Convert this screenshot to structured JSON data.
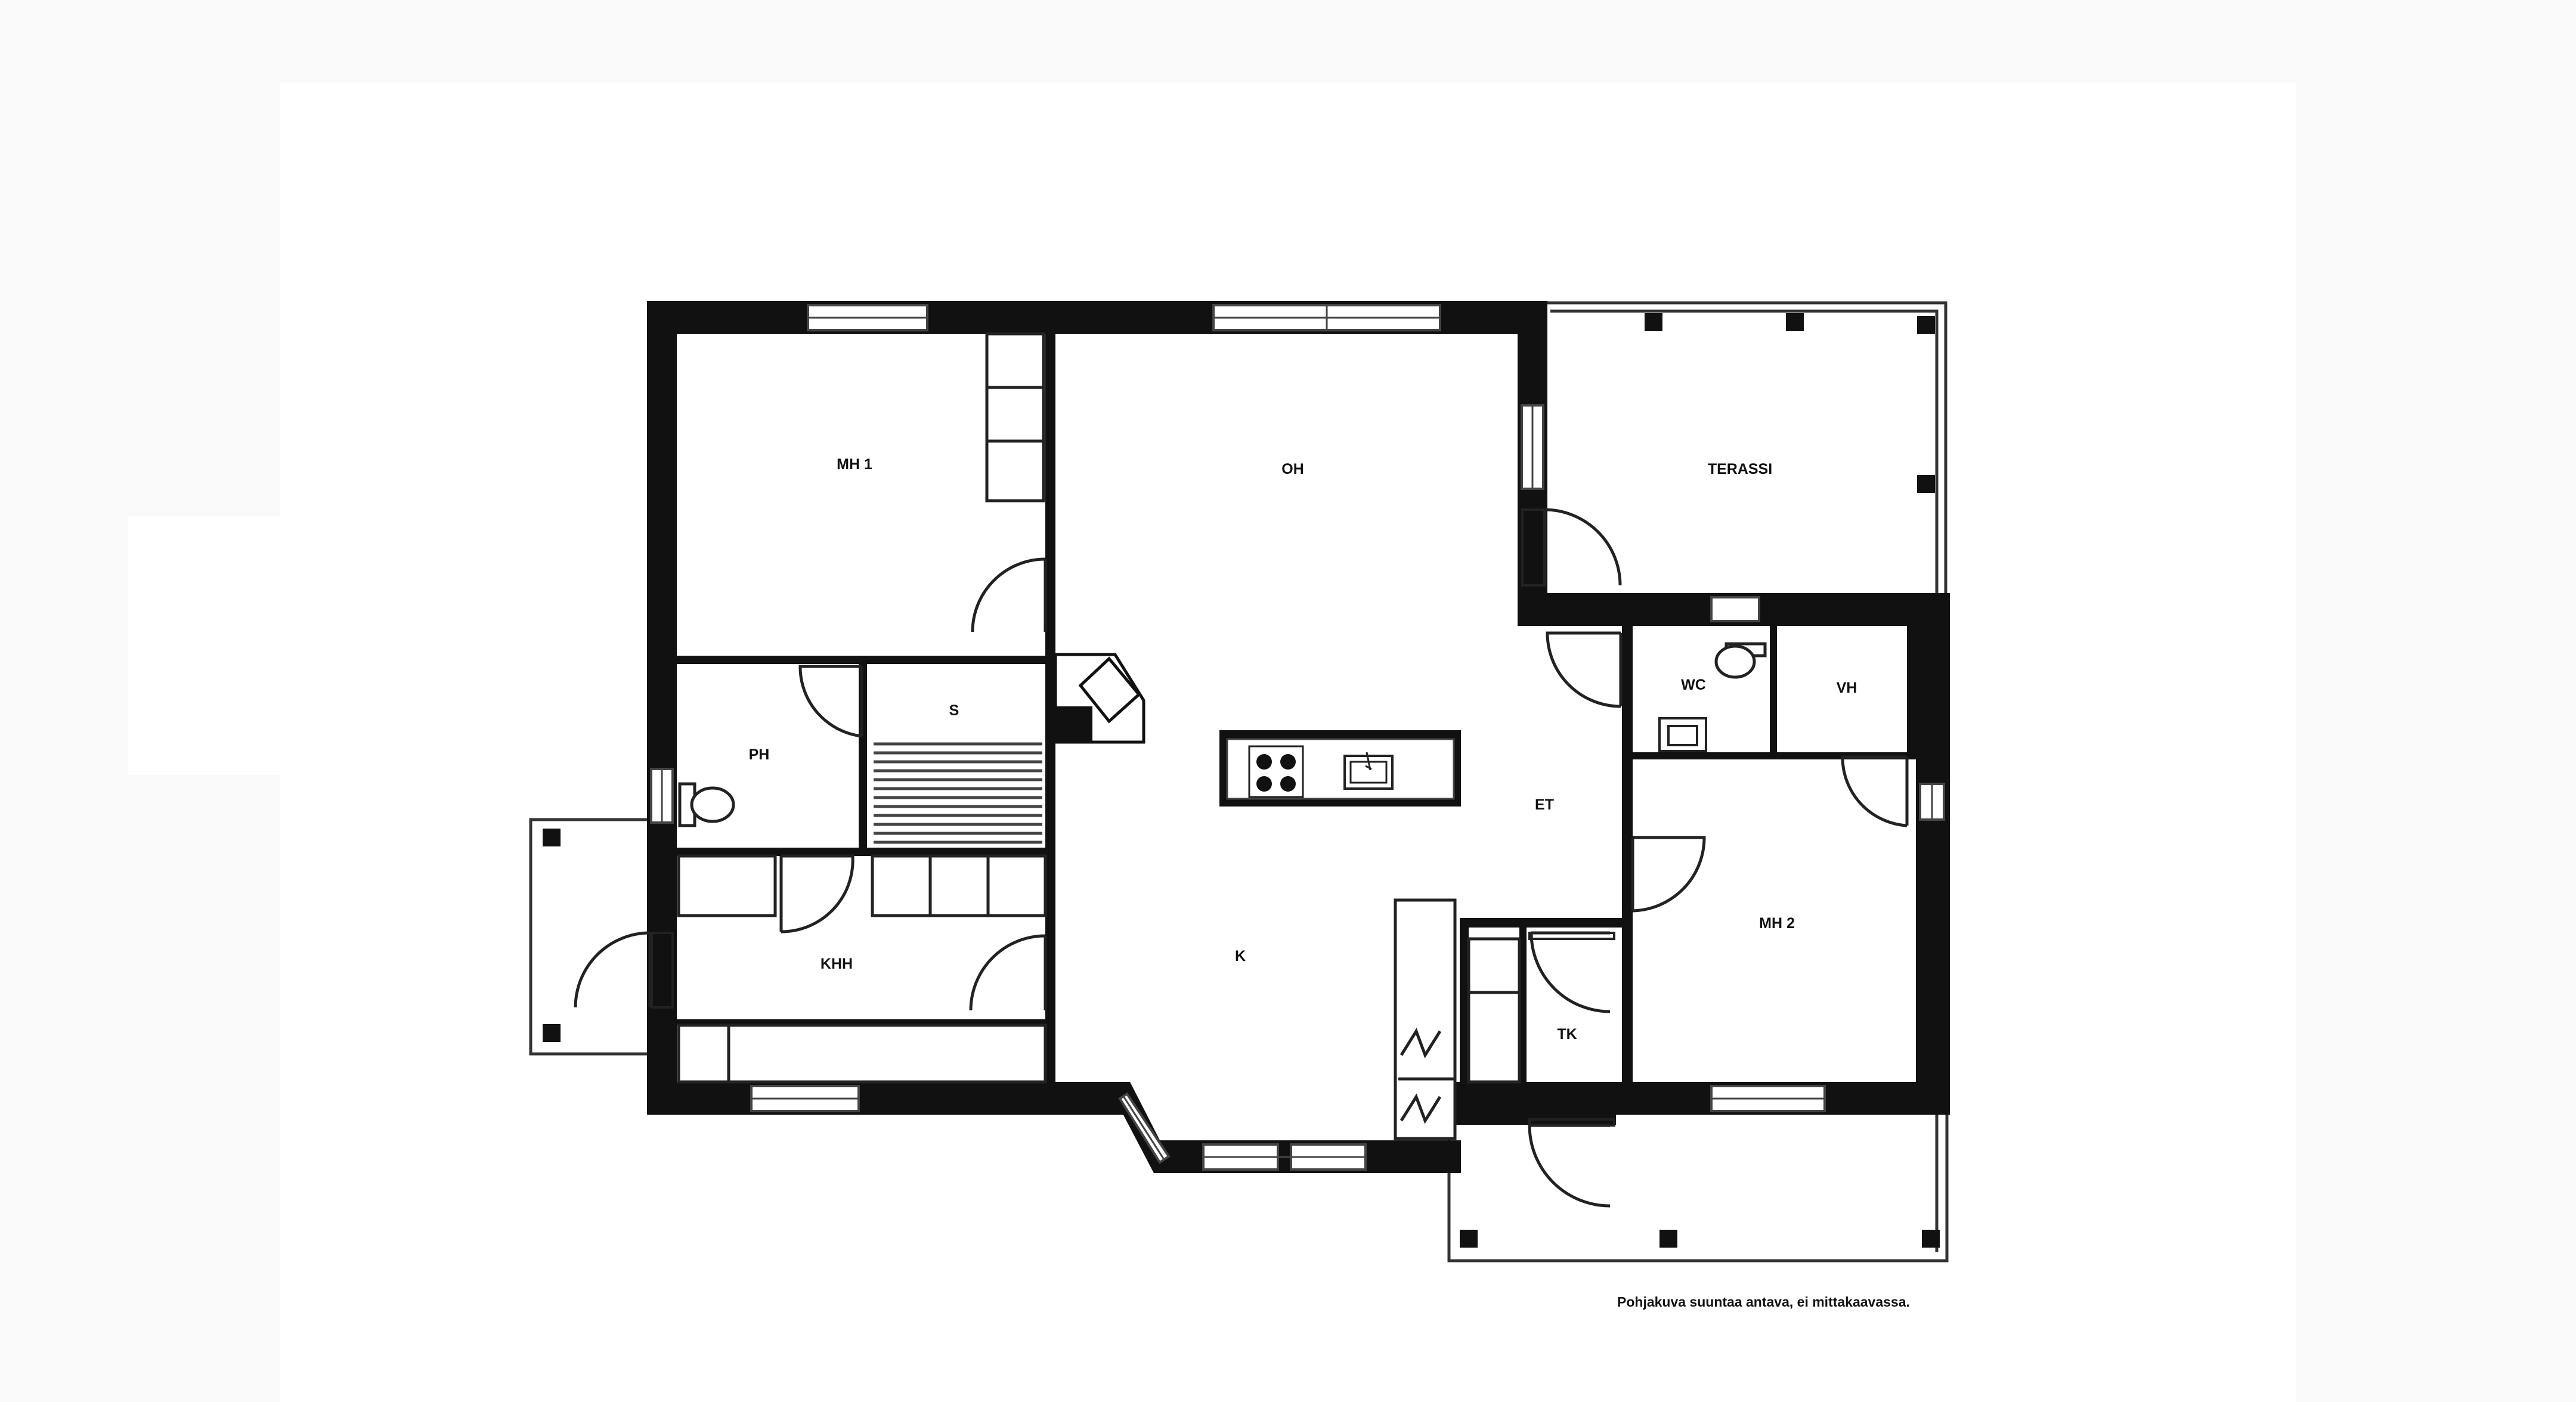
{
  "plan": {
    "rooms": {
      "mh1": "MH 1",
      "oh": "OH",
      "terassi": "TERASSI",
      "s": "S",
      "ph": "PH",
      "wc": "WC",
      "vh": "VH",
      "et": "ET",
      "mh2": "MH 2",
      "khh": "KHH",
      "k": "K",
      "tk": "TK"
    },
    "note": "Pohjakuva suuntaa antava, ei mittakaavassa."
  },
  "colors": {
    "wall": "#111111",
    "background": "#ffffff",
    "page": "#f9f9f9"
  }
}
